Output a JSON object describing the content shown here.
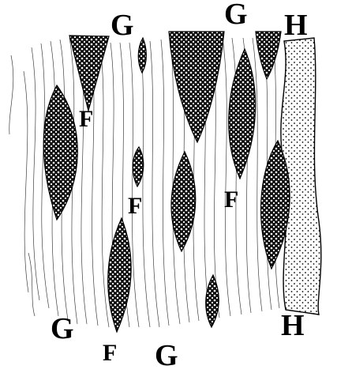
{
  "figure": {
    "labels": {
      "g_top_left": "G",
      "g_top_mid": "G",
      "h_top_right": "H",
      "f_left": "F",
      "f_center": "F",
      "f_right": "F",
      "g_bottom_left": "G",
      "f_bottom": "F",
      "g_bottom_mid": "G",
      "h_bottom_right": "H"
    },
    "colors": {
      "ink": "#000000",
      "paper": "#ffffff"
    }
  }
}
